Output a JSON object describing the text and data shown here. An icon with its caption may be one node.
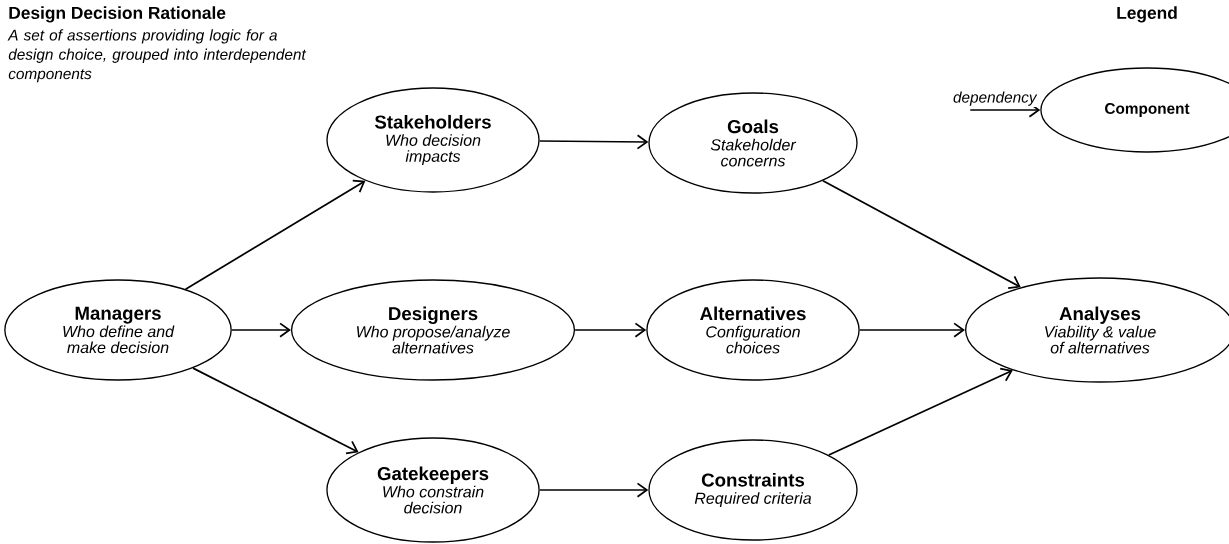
{
  "diagram": {
    "title": "Design Decision Rationale",
    "nodes": [
      {
        "text": [
          "Managers",
          "Who define and make decision"
        ]
      },
      {
        "text": [
          "Stakeholders",
          "Who decision impacts"
        ]
      },
      {
        "text": [
          "Designers",
          "Who propose/analyze alternatives"
        ]
      },
      {
        "text": [
          "Gatekeepers",
          "Who constrain decision"
        ]
      },
      {
        "text": [
          "Goals",
          "Stakeholder concerns"
        ]
      },
      {
        "text": [
          "Alternatives",
          "Configuration choices"
        ]
      },
      {
        "text": [
          "Constraints",
          "Required criteria"
        ]
      },
      {
        "text": [
          "Analyses",
          "Viability & value of alternatives"
        ]
      },
      {
        "text": [
          "Component"
        ]
      }
    ],
    "edges": [
      {
        "from": 0,
        "to": 1,
        "arrow": "to"
      },
      {
        "from": 0,
        "to": 2,
        "arrow": "to"
      },
      {
        "from": 0,
        "to": 3,
        "arrow": "to"
      },
      {
        "from": 1,
        "to": 4,
        "arrow": "to"
      },
      {
        "from": 2,
        "to": 5,
        "arrow": "to"
      },
      {
        "from": 3,
        "to": 6,
        "arrow": "to"
      },
      {
        "from": 4,
        "to": 7,
        "arrow": "to"
      },
      {
        "from": 5,
        "to": 7,
        "arrow": "to"
      },
      {
        "from": 6,
        "to": 7,
        "arrow": "to"
      },
      {
        "from": null,
        "to": 8,
        "arrow": "to",
        "label": "dependency"
      }
    ],
    "labels": [
      "A set of assertions providing logic for a design choice, grouped into interdependent components",
      "Legend"
    ]
  }
}
